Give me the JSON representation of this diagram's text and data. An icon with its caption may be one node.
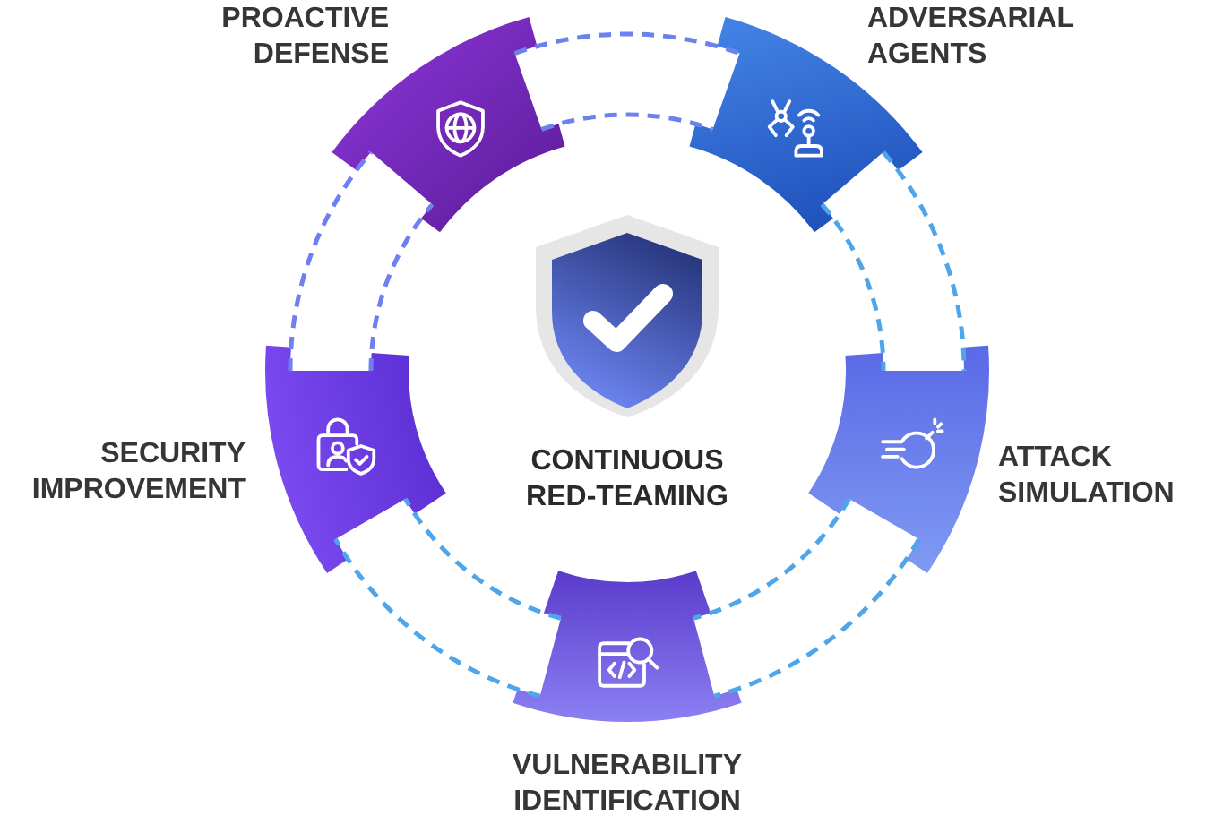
{
  "diagram": {
    "nodes": [
      {
        "text": [
          "PROACTIVE DEFENSE"
        ]
      },
      {
        "text": [
          "ADVERSARIAL AGENTS"
        ]
      },
      {
        "text": [
          "SECURITY IMPROVEMENT"
        ]
      },
      {
        "text": [
          "ATTACK SIMULATION"
        ]
      },
      {
        "text": [
          "VULNERABILITY IDENTIFICATION"
        ]
      }
    ],
    "edges": [
      {
        "from": 0,
        "to": 1,
        "arrow": "none",
        "style": "dashed",
        "color": "#6b82ee"
      },
      {
        "from": 1,
        "to": 3,
        "arrow": "none",
        "style": "dashed"
      },
      {
        "from": 3,
        "to": 4,
        "arrow": "none",
        "style": "dashed"
      },
      {
        "from": 4,
        "to": 2,
        "arrow": "none",
        "style": "dashed"
      },
      {
        "from": 2,
        "to": 0,
        "arrow": "none",
        "style": "dashed",
        "color": "#6f7ef0"
      }
    ],
    "labels": [
      "CONTINUOUS RED-TEAMING"
    ]
  }
}
